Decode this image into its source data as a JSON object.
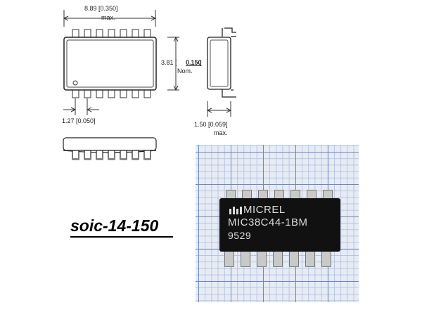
{
  "top_view": {
    "width_label": "8.89 [0.350]",
    "width_note": "max.",
    "height_label_prefix": "3.81 [",
    "height_label_value": "0.150",
    "height_label_suffix": "]",
    "height_note": "Nom.",
    "pitch_label": "1.27 [0.050]"
  },
  "side_view": {
    "height_label": "1.50 [0.059]",
    "height_note": "max."
  },
  "package_name": "soic-14-150",
  "photo": {
    "marking": {
      "brand": "MICREL",
      "part_number": "MIC38C44-1BM",
      "date_code": "9529"
    }
  }
}
